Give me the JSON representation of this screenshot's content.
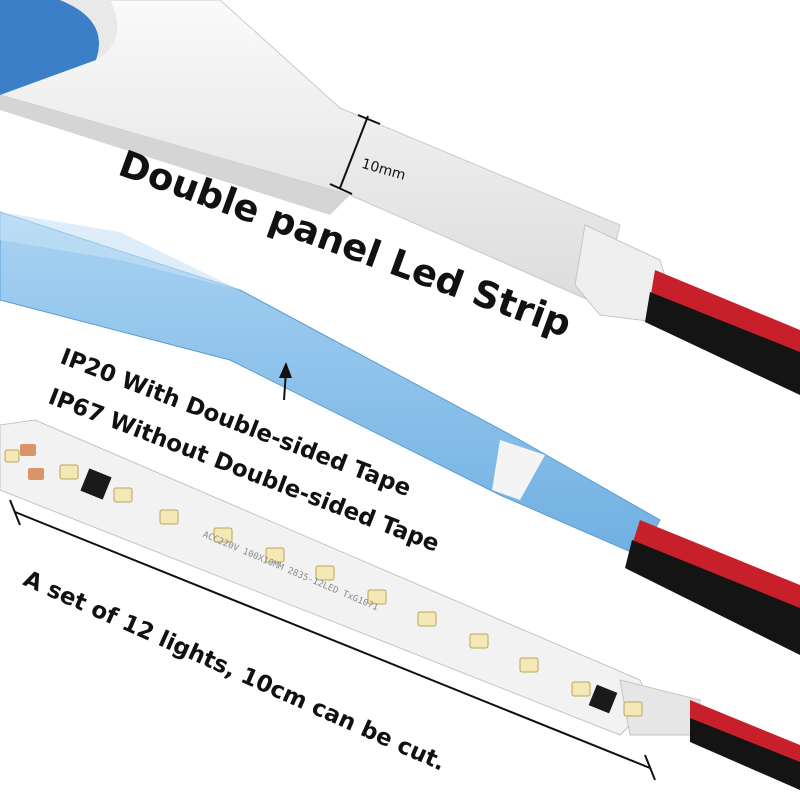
{
  "labels": {
    "title": "Double panel Led Strip",
    "width": "10mm",
    "ip20": "IP20 With Double-sided Tape",
    "ip67": "IP67 Without Double-sided Tape",
    "cut": "A set of 12 lights, 10cm can be cut."
  },
  "strip_print": "ACC220V  100X10MM  2835-12LED  TxG1071",
  "colors": {
    "tape_blue": "#8fc3ea",
    "strip_white": "#f2f2f2",
    "wire_red": "#c8202a",
    "wire_black": "#141414",
    "led_yellow": "#f4e9b6",
    "copper_pad": "#d99468"
  }
}
